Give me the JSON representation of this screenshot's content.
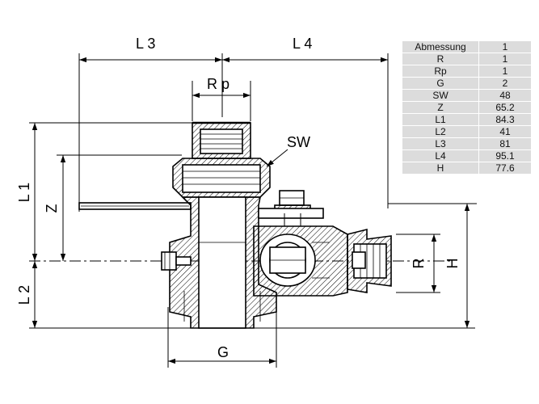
{
  "dimension_labels": {
    "L3": "L 3",
    "L4": "L 4",
    "Rp": "R p",
    "SW": "SW",
    "L1": "L 1",
    "Z": "Z",
    "L2": "L 2",
    "G": "G",
    "R": "R",
    "H": "H"
  },
  "table": {
    "header": {
      "name": "Abmessung",
      "value": "1"
    },
    "rows": [
      {
        "name": "R",
        "value": "1"
      },
      {
        "name": "Rp",
        "value": "1"
      },
      {
        "name": "G",
        "value": "2"
      },
      {
        "name": "SW",
        "value": "48"
      },
      {
        "name": "Z",
        "value": "65.2"
      },
      {
        "name": "L1",
        "value": "84.3"
      },
      {
        "name": "L2",
        "value": "41"
      },
      {
        "name": "L3",
        "value": "81"
      },
      {
        "name": "L4",
        "value": "95.1"
      },
      {
        "name": "H",
        "value": "77.6"
      }
    ]
  }
}
